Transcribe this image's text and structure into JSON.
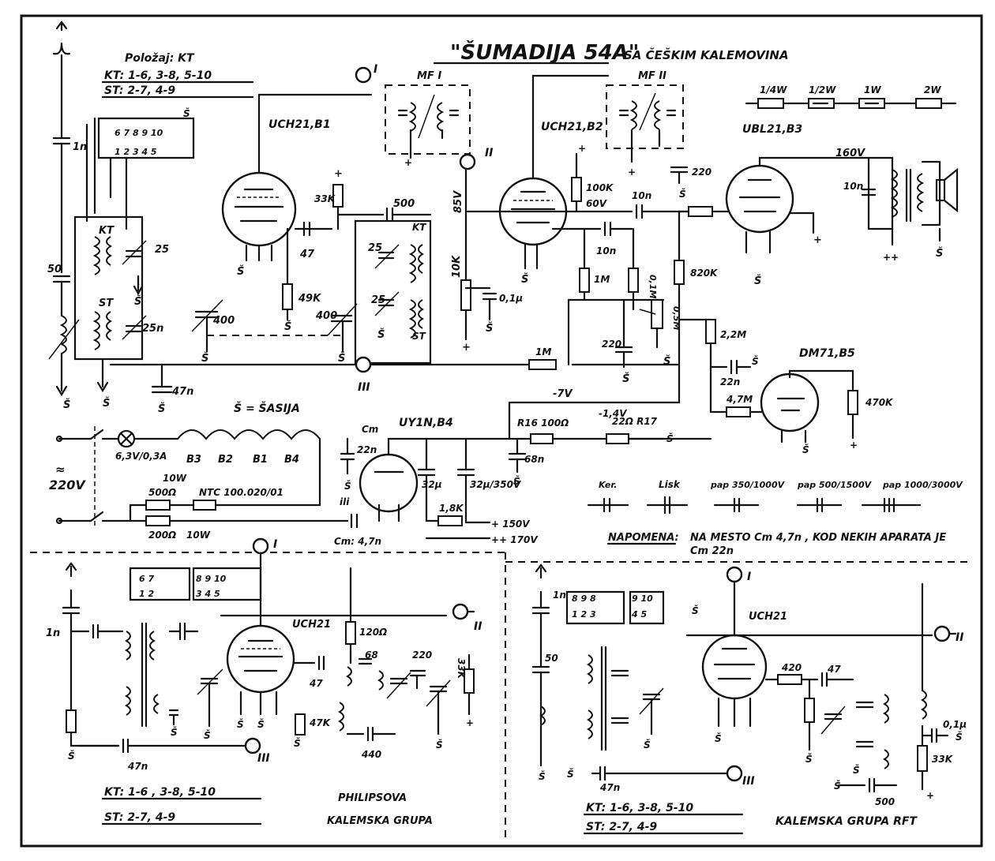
{
  "title": {
    "name": "\"ŠUMADIJA 54A\"",
    "subtitle": "SA ČEŠKIM KALEMOVINA"
  },
  "switch_table": {
    "heading": "Položaj: KT",
    "kt": "KT: 1-6, 3-8, 5-10",
    "st": "ST: 2-7, 4-9"
  },
  "legend": {
    "w_quarter": "1/4W",
    "w_half": "1/2W",
    "w_one": "1W",
    "w_two": "2W",
    "ker": "Ker.",
    "lisk": "Lisk",
    "pap350": "pap 350/1000V",
    "pap500": "pap 500/1500V",
    "pap1000": "pap 1000/3000V"
  },
  "labels": {
    "c_1n": "1n",
    "c_1n_b": "1n",
    "c_50": "50",
    "c_25": "25",
    "c_25n": "25n",
    "c_400": "400",
    "c_47": "47",
    "c_47n": "47n",
    "c_500": "500",
    "c_10n": "10n",
    "c_01u": "0,1µ",
    "c_220": "220",
    "c_22n": "22n",
    "c_68n": "68n",
    "c_68": "68",
    "c_440": "440",
    "c_32u": "32µ",
    "c_32u_350": "32µ/350V",
    "cm": "Cm",
    "cm_47n": "Cm: 4,7n",
    "ili": "ili",
    "r_33k": "33K",
    "r_49k": "49K",
    "r_47k": "47K",
    "r_10k": "10K",
    "r_100k": "100K",
    "r_1m": "1M",
    "r_01m": "0,1M",
    "r_05m": "0,5M",
    "r_820k": "820K",
    "r_22m": "2,2M",
    "r_47m": "4,7M",
    "r_470k": "470K",
    "r_18k": "1,8K",
    "r_120": "120Ω",
    "r_420": "420",
    "r16_100": "R16 100Ω",
    "r17_22": "22Ω R17",
    "v_85": "85V",
    "v_60": "60V",
    "v_160": "160V",
    "v_neg7": "-7V",
    "v_neg14": "-1,4V",
    "v_150": "+ 150V",
    "v_170": "++ 170V",
    "plus": "+",
    "plus_plus": "++",
    "ground": "Š",
    "chassis_note": "Š = ŠASIJA",
    "kt": "KT",
    "st": "ST",
    "mf1": "MF I",
    "mf2": "MF II",
    "t_i": "I",
    "t_ii": "II",
    "t_iii": "III",
    "uch21": "UCH21",
    "uch21_b1": "UCH21,B1",
    "uch21_b2": "UCH21,B2",
    "ubl21_b3": "UBL21,B3",
    "dm71_b5": "DM71,B5",
    "uy1n_b4": "UY1N,B4",
    "sw_row1": "6  7  8  9  10",
    "sw_row2": "1  2  3  4  5",
    "sw_b1": "6  7",
    "sw_b2": "1  2",
    "sw_b3": "8  9  10",
    "sw_b4": "3  4  5",
    "sw_c1": "8  9  8",
    "sw_c2": "1  2  3",
    "sw_c3": "9  10",
    "sw_c4": "4  5"
  },
  "power": {
    "lamp": "6,3V/0,3A",
    "heater_b3": "B3",
    "heater_b2": "B2",
    "heater_b1": "B1",
    "heater_b4": "B4",
    "mains_symbol": "≈",
    "mains": "220V",
    "r_500": "500Ω",
    "w_10": "10W",
    "ntc": "NTC 100.020/01",
    "r_200": "200Ω",
    "w_10b": "10W"
  },
  "note": {
    "label": "NAPOMENA:",
    "text": "NA MESTO Cm 4,7n , KOD NEKIH APARATA JE",
    "text2": "Cm 22n"
  },
  "inset_left": {
    "kt": "KT: 1-6 , 3-8, 5-10",
    "st": "ST: 2-7, 4-9",
    "caption1": "PHILIPSOVA",
    "caption2": "KALEMSKA GRUPA"
  },
  "inset_right": {
    "kt": "KT: 1-6, 3-8, 5-10",
    "st": "ST: 2-7, 4-9",
    "caption": "KALEMSKA GRUPA RFT"
  }
}
